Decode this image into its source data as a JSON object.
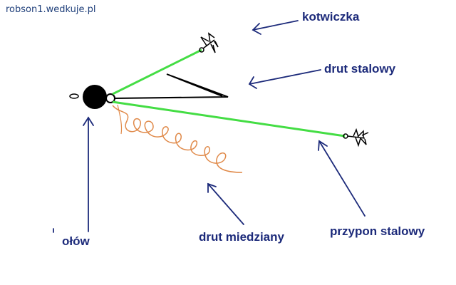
{
  "watermark": "robson1.wedkuje.pl",
  "labels": {
    "kotwiczka": "kotwiczka",
    "drut_stalowy": "drut stalowy",
    "olow": "ołów",
    "drut_miedziany": "drut miedziany",
    "przypon_stalowy": "przypon stalowy"
  },
  "colors": {
    "label_text": "#1c2a7a",
    "arrow_stroke": "#1c2a7a",
    "steel_wire": "#44dd44",
    "copper_wire": "#e08a4a",
    "lead_weight": "#000000",
    "black_line": "#000000"
  }
}
